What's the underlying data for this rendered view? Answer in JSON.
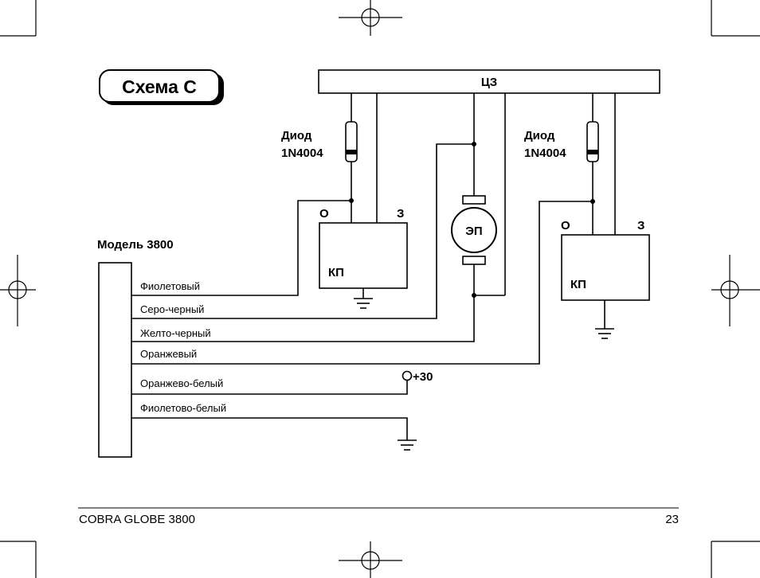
{
  "title": "Схема С",
  "bus_label": "ЦЗ",
  "module_label": "Модель 3800",
  "diode_left": {
    "name": "Диод",
    "part": "1N4004"
  },
  "diode_right": {
    "name": "Диод",
    "part": "1N4004"
  },
  "switch_left": {
    "open": "О",
    "closed": "З",
    "name": "КП"
  },
  "switch_right": {
    "open": "О",
    "closed": "З",
    "name": "КП"
  },
  "motor_label": "ЭП",
  "power_label": "+30",
  "wires": [
    "Фиолетовый",
    "Серо-черный",
    "Желто-черный",
    "Оранжевый",
    "Оранжево-белый",
    "Фиолетово-белый"
  ],
  "footer": {
    "product": "COBRA GLOBE 3800",
    "page": "23"
  }
}
